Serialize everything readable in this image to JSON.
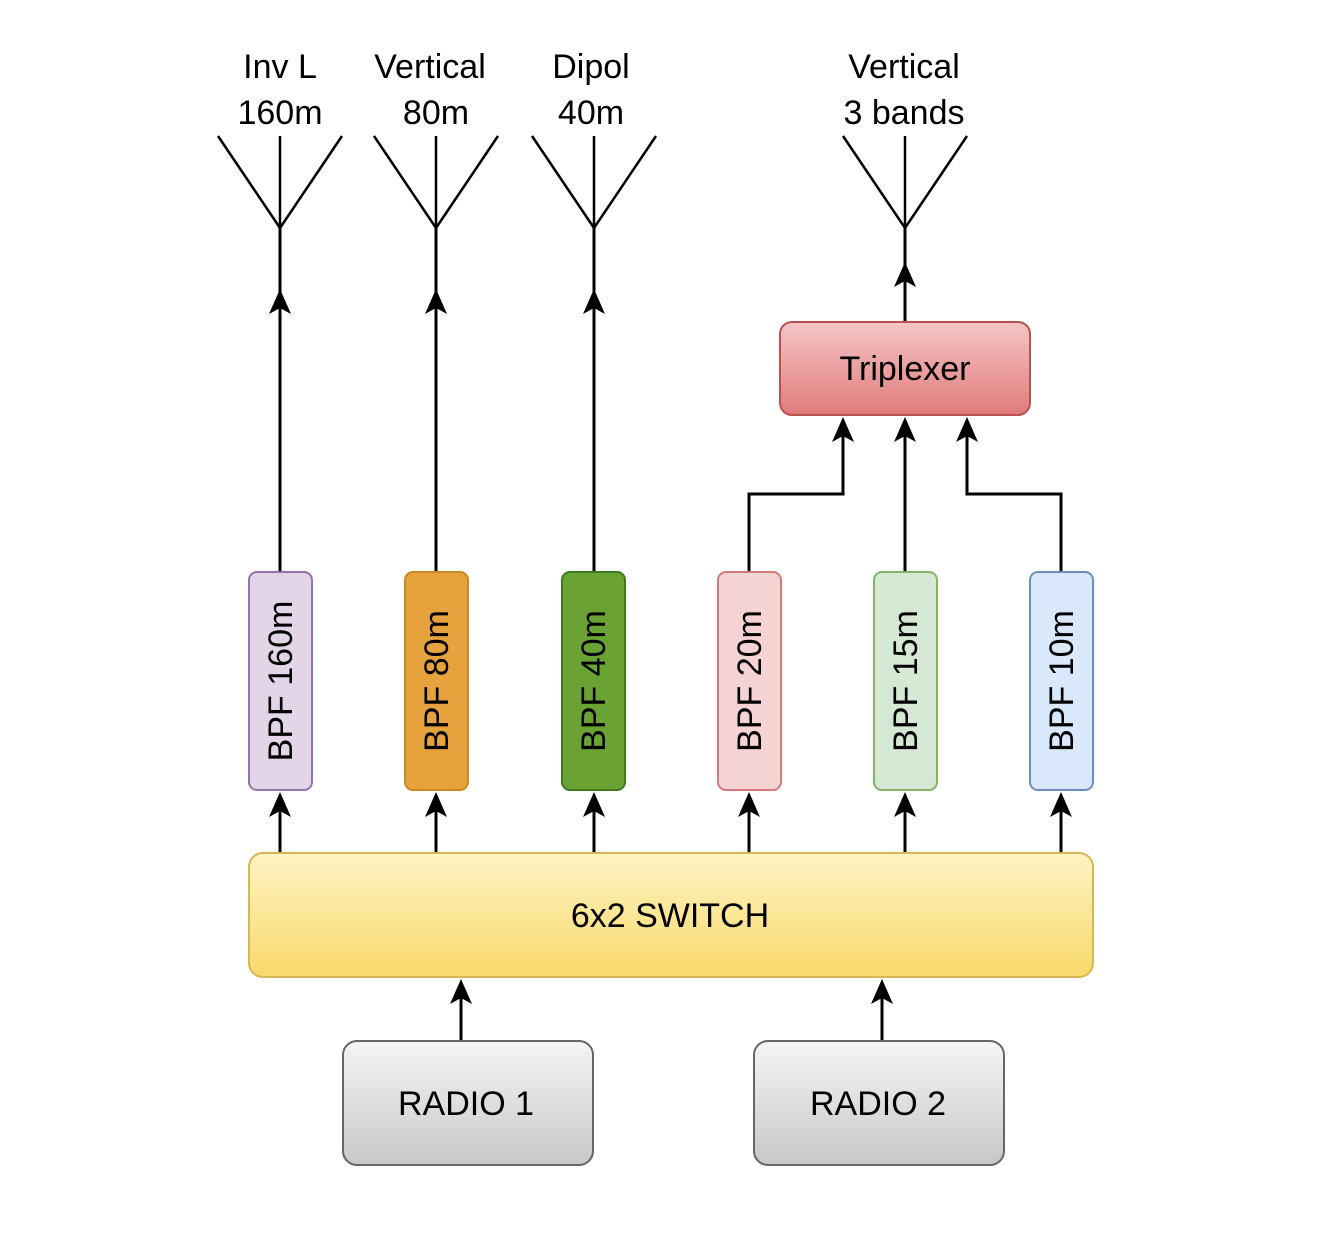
{
  "antennas": [
    {
      "line1": "Inv L",
      "line2": "160m"
    },
    {
      "line1": "Vertical",
      "line2": "80m"
    },
    {
      "line1": "Dipol",
      "line2": "40m"
    },
    {
      "line1": "Vertical",
      "line2": "3 bands"
    }
  ],
  "filters": [
    {
      "label": "BPF 160m",
      "fill": "#e1d5e7",
      "stroke": "#9673a6",
      "text_color": "#000000"
    },
    {
      "label": "BPF 80m",
      "fill": "#e6a23c",
      "stroke": "#c98a20",
      "text_color": "#000000"
    },
    {
      "label": "BPF 40m",
      "fill": "#6aa334",
      "stroke": "#3f7a1f",
      "text_color": "#ffffff"
    },
    {
      "label": "BPF 20m",
      "fill": "#f6d3d3",
      "stroke": "#d47c7c",
      "text_color": "#000000"
    },
    {
      "label": "BPF 15m",
      "fill": "#d5e8d4",
      "stroke": "#82b366",
      "text_color": "#000000"
    },
    {
      "label": "BPF 10m",
      "fill": "#dae8fc",
      "stroke": "#6c8ebf",
      "text_color": "#000000"
    }
  ],
  "triplexer": {
    "label": "Triplexer"
  },
  "switch": {
    "label": "6x2 SWITCH"
  },
  "radios": [
    {
      "label": "RADIO 1"
    },
    {
      "label": "RADIO 2"
    }
  ]
}
